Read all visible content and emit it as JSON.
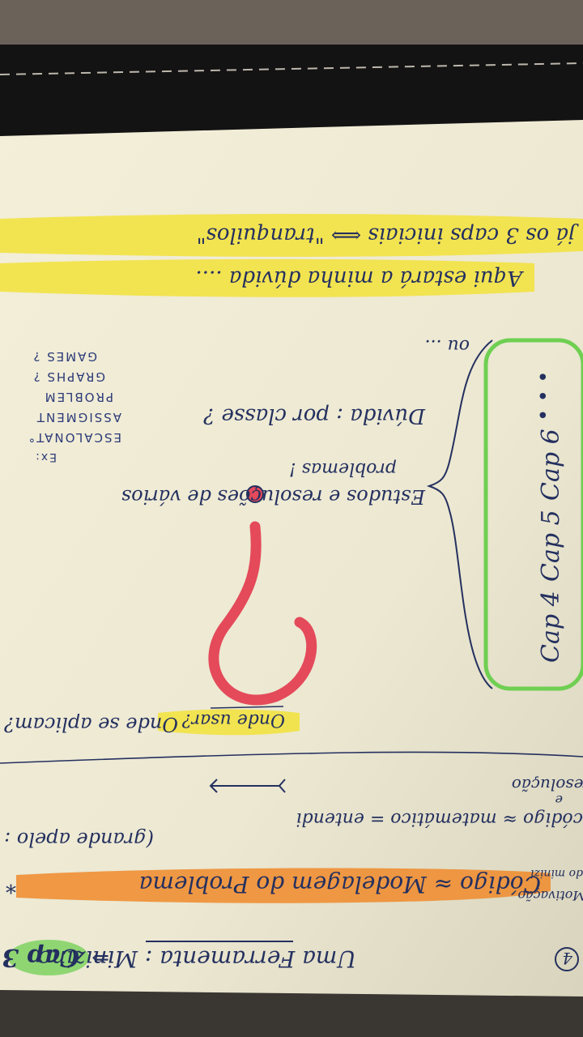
{
  "photo": {
    "background_colors": {
      "table": "#2b2825",
      "paper": "#f0ecd6",
      "ink": "#24305f",
      "highlight_yellow": "#f2e23a",
      "highlight_orange": "#f08a2a",
      "highlight_green": "#6fcf52",
      "question_red": "#e44a5a"
    }
  },
  "notes": {
    "page_number": "4",
    "heading_cap3": "Cap 3",
    "heading_arrow": "⇒",
    "heading_rest": "Uma Ferramenta : Minizinc",
    "star_mark": "*",
    "line_codigo": "Código ≈ Modelagem do Problema",
    "side_note_1": "(Motivação",
    "side_note_2": "do minizi",
    "line_apelo_1": "(grande apelo :",
    "line_apelo_2": "código ≈ matemático = entendi",
    "line_apelo_3": "resolução",
    "small_e": "e",
    "line_onde_aplicam": "Onde se aplicam?",
    "line_onde_usar": "Onde usar?",
    "cap4": "Cap 4",
    "cap5": "Cap 5",
    "cap6": "Cap 6",
    "dots": "• • •",
    "estudos_1": "Estudos e resoluções de vários",
    "estudos_2": "problemas !",
    "duvida": "Dúvida : por classe ?",
    "examples_label": "Ex:",
    "ex_1": "ESCALONAT°",
    "ex_2": "ASSIGMENT",
    "ex_3": "PROBLEM",
    "ex_4": "GRAPHS ?",
    "ex_5": "GAMES ?",
    "ou": "ou ...",
    "footer_1": "Aqui estará a minha dúvida ....",
    "footer_2": "já os 3 caps iniciais ⟺ \"tranquilos\""
  }
}
